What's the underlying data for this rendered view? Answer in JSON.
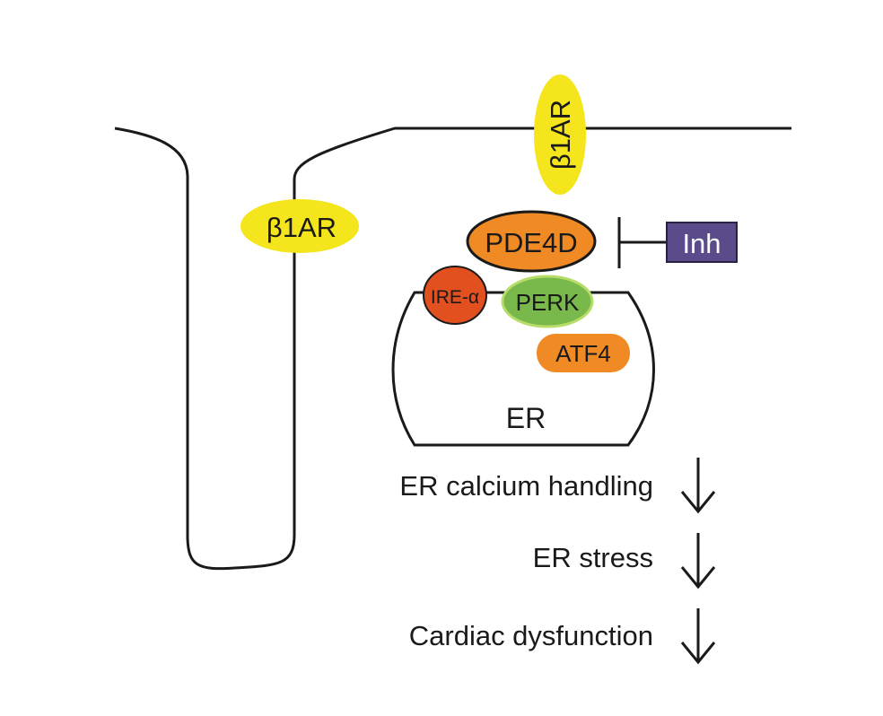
{
  "labels": {
    "beta1ar_ttubule": "β1AR",
    "beta1ar_membrane": "β1AR",
    "pde4d": "PDE4D",
    "inhibitor": "Inh",
    "ire": "IRE-α",
    "perk": "PERK",
    "atf4": "ATF4",
    "er": "ER"
  },
  "effects": [
    {
      "text": "ER calcium handling",
      "direction": "down"
    },
    {
      "text": "ER stress",
      "direction": "down"
    },
    {
      "text": "Cardiac dysfunction",
      "direction": "down"
    }
  ],
  "colors": {
    "beta1ar": "#f5e51c",
    "pde4d": "#f08a24",
    "inhibitor": "#5b4b8a",
    "ire": "#e2501f",
    "perk": "#79b84a",
    "perk_stroke": "#b8dc6a",
    "atf4": "#f08a24",
    "line": "#1a1a1a"
  }
}
